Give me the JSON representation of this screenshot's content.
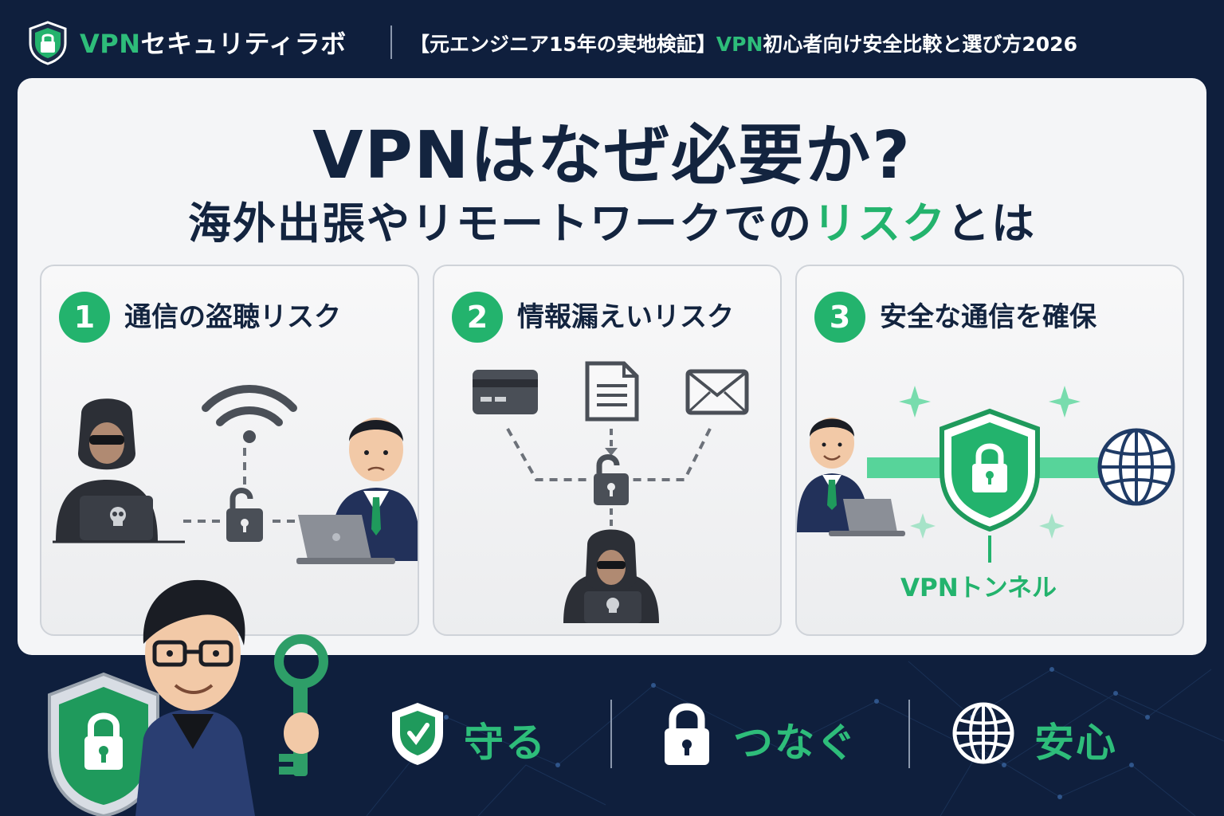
{
  "header": {
    "brand_prefix": "VPN",
    "brand_rest": "セキュリティラボ",
    "tagline_start": "【元エンジニア15年の実地検証】",
    "tagline_accent": "VPN",
    "tagline_end": "初心者向け安全比較と選び方2026"
  },
  "main": {
    "title": "VPNはなぜ必要か?",
    "subtitle_start": "海外出張やリモートワークでの",
    "subtitle_accent": "リスク",
    "subtitle_end": "とは"
  },
  "panels": [
    {
      "number": "1",
      "title": "通信の盗聴リスク"
    },
    {
      "number": "2",
      "title": "情報漏えいリスク"
    },
    {
      "number": "3",
      "title": "安全な通信を確保",
      "tunnel_label": "VPNトンネル"
    }
  ],
  "bottom": [
    {
      "label": "守る",
      "icon": "shield-check-icon"
    },
    {
      "label": "つなぐ",
      "icon": "lock-icon"
    },
    {
      "label": "安心",
      "icon": "globe-icon"
    }
  ],
  "colors": {
    "navy": "#0f1f3d",
    "accent_green": "#23b36d",
    "card_bg": "#f4f5f7",
    "text_dark": "#13243f"
  }
}
